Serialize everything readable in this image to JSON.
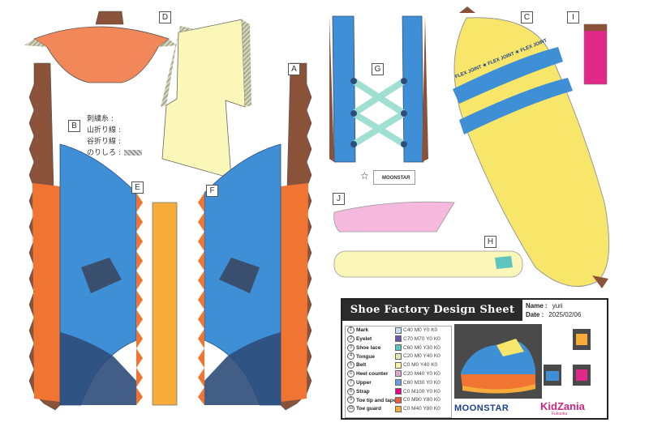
{
  "part_labels": {
    "a": "A",
    "b": "B",
    "c": "C",
    "d": "D",
    "e": "E",
    "f": "F",
    "g": "G",
    "h": "H",
    "i": "I",
    "j": "J"
  },
  "legend": {
    "stitch": "刺繍糸 :",
    "mountain_fold": "山折り線 :",
    "valley_fold": "谷折り線 :",
    "glue_margin": "のりしろ :"
  },
  "strap_text": "FLEX JOINT ★ FLEX JOINT ★ FLEX JOINT",
  "mark_brand": "MOONSTAR",
  "sheet": {
    "title": "Shoe Factory Design Sheet",
    "name_label": "Name :",
    "name_value": "yuri",
    "date_label": "Date :",
    "date_value": "2025/02/06",
    "parts": [
      {
        "n": "1",
        "name": "Mark",
        "color": "C40 M0 Y0 K0",
        "hex": "#bfe3f5"
      },
      {
        "n": "2",
        "name": "Eyelet",
        "color": "C70 M70 Y0 K0",
        "hex": "#6b58a8"
      },
      {
        "n": "3",
        "name": "Shoe lace",
        "color": "C60 M0 Y30 K0",
        "hex": "#5fc4c0"
      },
      {
        "n": "4",
        "name": "Tongue",
        "color": "C20 M0 Y40 K0",
        "hex": "#d8ecb0"
      },
      {
        "n": "5",
        "name": "Belt",
        "color": "C0 M0 Y40 K0",
        "hex": "#fff3a6"
      },
      {
        "n": "6",
        "name": "Heel counter",
        "color": "C20 M40 Y0 K0",
        "hex": "#d6a9d0"
      },
      {
        "n": "7",
        "name": "Upper",
        "color": "C60 M30 Y0 K0",
        "hex": "#6a9fd8"
      },
      {
        "n": "8",
        "name": "Strap",
        "color": "C0 M100 Y0 K0",
        "hex": "#e4007f"
      },
      {
        "n": "9",
        "name": "Toe tip and tape",
        "color": "C0 M80 Y80 K0",
        "hex": "#ee5b3a"
      },
      {
        "n": "10",
        "name": "Toe guard",
        "color": "C0 M40 Y80 K0",
        "hex": "#f6ab3b"
      }
    ],
    "brand_left": "MOONSTAR",
    "brand_right": "KidZania",
    "brand_right_sub": "Fukuoka"
  },
  "colors": {
    "blue": "#3f8fd6",
    "orange": "#f07533",
    "brown": "#8a5339",
    "navy": "#2d4d7a",
    "yellow": "#f8e66a",
    "cream": "#fbf7b8",
    "pink": "#f4b9dd",
    "magenta": "#e02888",
    "salmon": "#f2875a",
    "lace": "#9fe0d2"
  }
}
